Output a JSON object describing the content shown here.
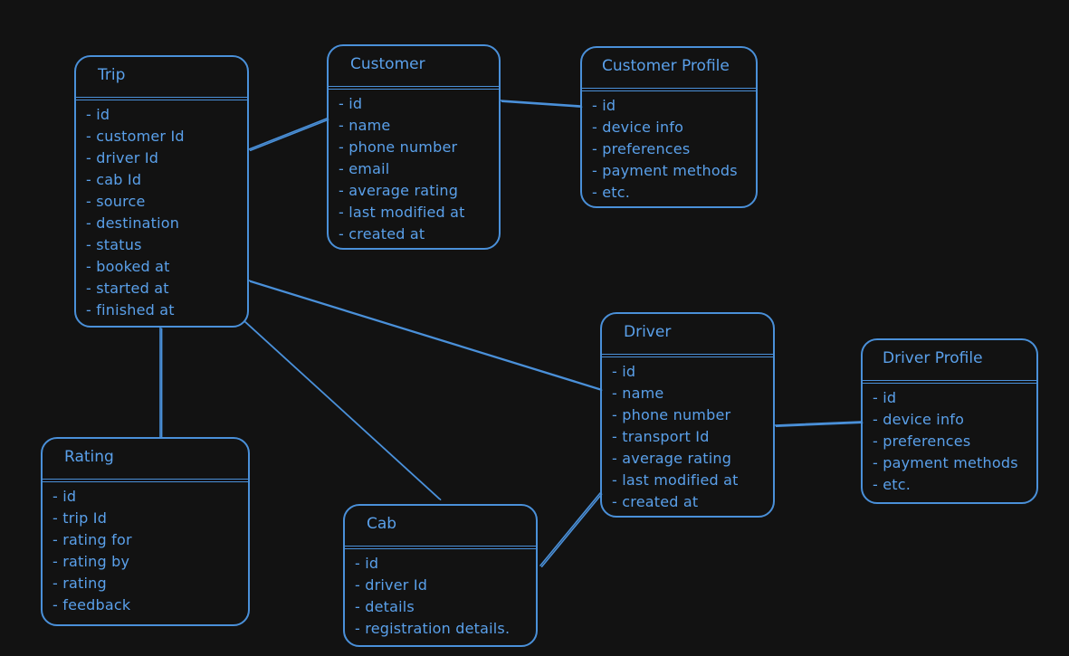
{
  "entities": {
    "trip": {
      "title": "Trip",
      "fields": [
        "id",
        "customer Id",
        "driver Id",
        "cab Id",
        "source",
        "destination",
        "status",
        "booked at",
        "started at",
        "finished at"
      ]
    },
    "customer": {
      "title": "Customer",
      "fields": [
        "id",
        "name",
        "phone number",
        "email",
        "average rating",
        "last modified at",
        "created at"
      ]
    },
    "customer_profile": {
      "title": "Customer Profile",
      "fields": [
        "id",
        "device info",
        "preferences",
        "payment methods",
        "etc."
      ]
    },
    "driver": {
      "title": "Driver",
      "fields": [
        "id",
        "name",
        "phone number",
        "transport Id",
        "average rating",
        "last modified at",
        "created at"
      ]
    },
    "driver_profile": {
      "title": "Driver Profile",
      "fields": [
        "id",
        "device info",
        "preferences",
        "payment methods",
        "etc."
      ]
    },
    "rating": {
      "title": "Rating",
      "fields": [
        "id",
        "trip Id",
        "rating for",
        "rating by",
        "rating",
        "feedback"
      ]
    },
    "cab": {
      "title": "Cab",
      "fields": [
        "id",
        "driver Id",
        "details",
        "registration details."
      ]
    }
  },
  "relationships": [
    {
      "from": "trip",
      "to": "customer"
    },
    {
      "from": "customer",
      "to": "customer_profile"
    },
    {
      "from": "trip",
      "to": "driver"
    },
    {
      "from": "trip",
      "to": "rating"
    },
    {
      "from": "trip",
      "to": "cab"
    },
    {
      "from": "cab",
      "to": "driver"
    },
    {
      "from": "driver",
      "to": "driver_profile"
    }
  ],
  "colors": {
    "background": "#121212",
    "stroke": "#4a90d9",
    "text": "#5aa0ea"
  }
}
